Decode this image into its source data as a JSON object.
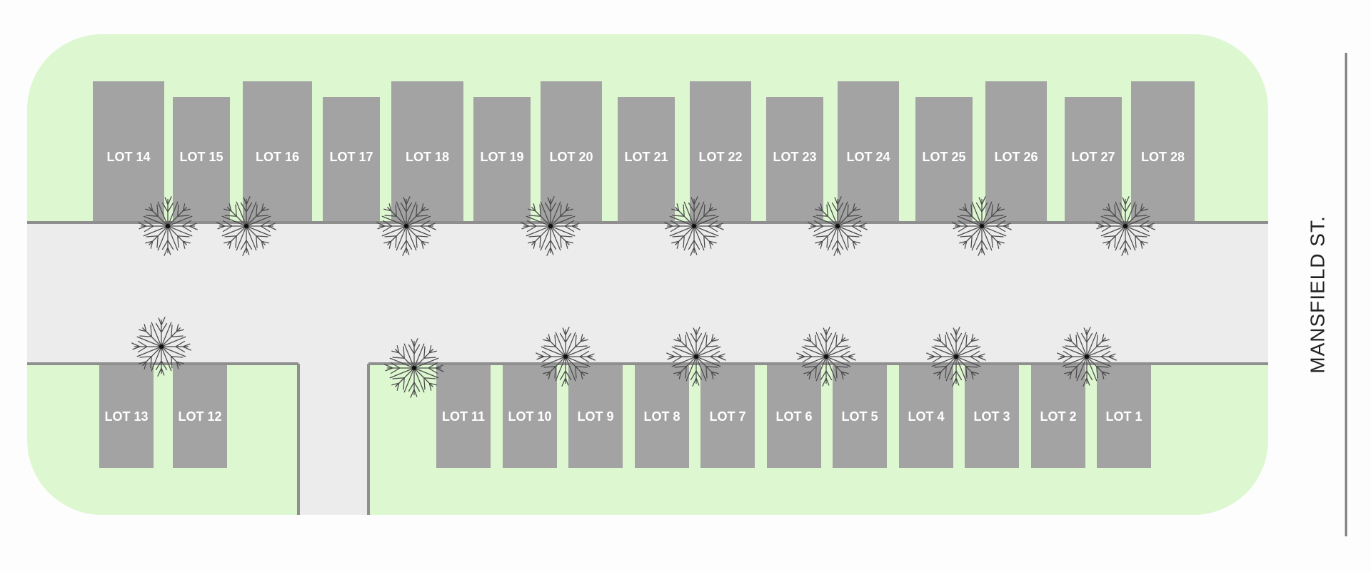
{
  "street": {
    "name": "MANSFIELD ST."
  },
  "colors": {
    "grass": "#ddf7d0",
    "road": "#ececec",
    "lot": "#a3a3a3",
    "curb": "#8f8f8f",
    "lot_text": "#ffffff",
    "street_text": "#222222"
  },
  "top_lots": [
    {
      "label": "LOT 14"
    },
    {
      "label": "LOT 15"
    },
    {
      "label": "LOT 16"
    },
    {
      "label": "LOT 17"
    },
    {
      "label": "LOT 18"
    },
    {
      "label": "LOT 19"
    },
    {
      "label": "LOT 20"
    },
    {
      "label": "LOT 21"
    },
    {
      "label": "LOT 22"
    },
    {
      "label": "LOT 23"
    },
    {
      "label": "LOT 24"
    },
    {
      "label": "LOT 25"
    },
    {
      "label": "LOT 26"
    },
    {
      "label": "LOT 27"
    },
    {
      "label": "LOT 28"
    }
  ],
  "bottom_left_lots": [
    {
      "label": "LOT 13"
    },
    {
      "label": "LOT 12"
    }
  ],
  "bottom_right_lots": [
    {
      "label": "LOT 11"
    },
    {
      "label": "LOT 10"
    },
    {
      "label": "LOT 9"
    },
    {
      "label": "LOT 8"
    },
    {
      "label": "LOT 7"
    },
    {
      "label": "LOT 6"
    },
    {
      "label": "LOT 5"
    },
    {
      "label": "LOT 4"
    },
    {
      "label": "LOT 3"
    },
    {
      "label": "LOT 2"
    },
    {
      "label": "LOT 1"
    }
  ],
  "tree_icon": "tree-icon"
}
